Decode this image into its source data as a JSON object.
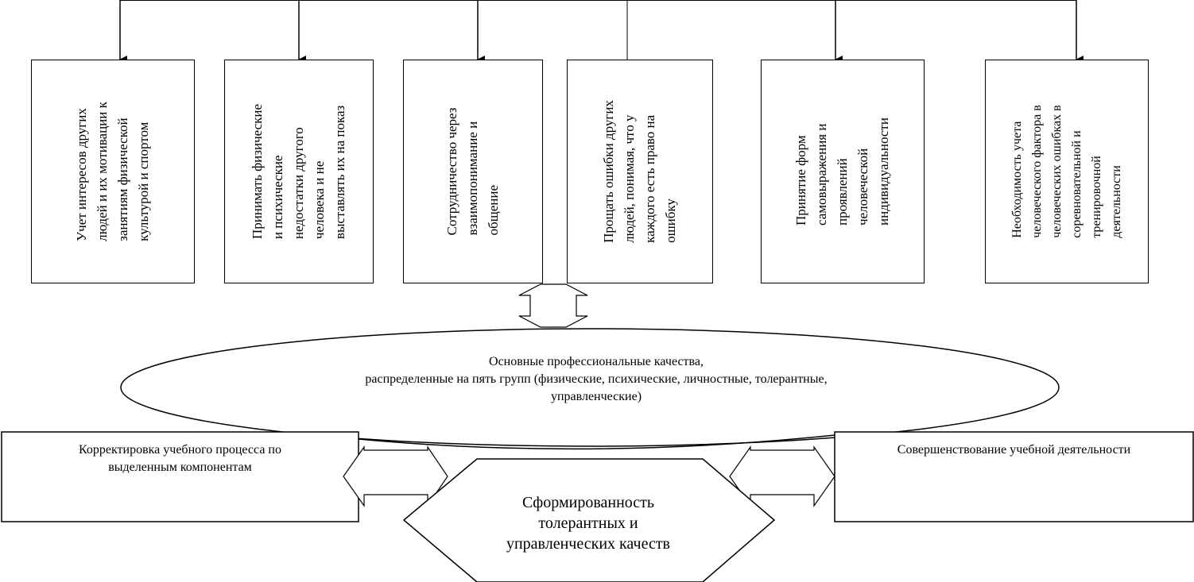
{
  "top_boxes": [
    {
      "lines": [
        "Учет интересов других",
        "людей и их мотивации к",
        "занятиям физической",
        "культурой и спортом"
      ]
    },
    {
      "lines": [
        "Принимать физические",
        "и психические",
        "недостатки другого",
        "человека и не",
        "выставлять их на показ"
      ]
    },
    {
      "lines": [
        "Сотрудничество через",
        "взаимопонимание и",
        "общение"
      ]
    },
    {
      "lines": [
        "Прощать ошибки других",
        "людей, понимая, что у",
        "каждого есть право на",
        "ошибку"
      ]
    },
    {
      "lines": [
        "Принятие форм",
        "самовыражения и",
        "проявлений",
        "человеческой",
        "индивидуальности"
      ]
    },
    {
      "lines": [
        "Необходимость учета",
        "человеческого фактора в",
        "человеческих ошибках в",
        "соревновательной и",
        "тренировочной",
        "деятельности"
      ]
    }
  ],
  "ellipse": {
    "line1": "Основные профессиональные качества,",
    "line2": "распределенные на пять групп (физические, психические, личностные, толерантные,",
    "line3": "управленческие)"
  },
  "left_box": {
    "line1": "Корректировка учебного процесса по",
    "line2": "выделенным компонентам"
  },
  "right_box": {
    "line1": "Совершенствование учебной деятельности"
  },
  "hexagon": {
    "line1": "Сформированность",
    "line2": "толерантных и",
    "line3": "управленческих качеств"
  }
}
